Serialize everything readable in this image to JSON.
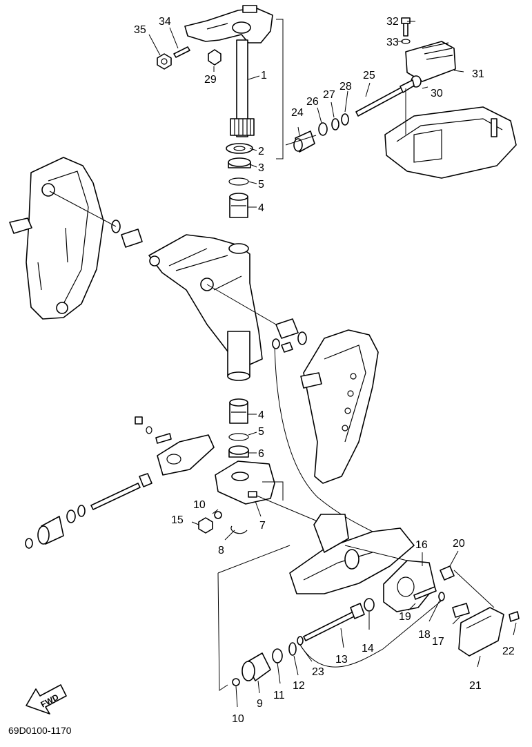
{
  "diagram": {
    "callouts": [
      {
        "id": "c1",
        "text": "1"
      },
      {
        "id": "c2",
        "text": "2"
      },
      {
        "id": "c3",
        "text": "3"
      },
      {
        "id": "c5a",
        "text": "5"
      },
      {
        "id": "c4a",
        "text": "4"
      },
      {
        "id": "c4b",
        "text": "4"
      },
      {
        "id": "c5b",
        "text": "5"
      },
      {
        "id": "c6",
        "text": "6"
      },
      {
        "id": "c7",
        "text": "7"
      },
      {
        "id": "c8",
        "text": "8"
      },
      {
        "id": "c9",
        "text": "9"
      },
      {
        "id": "c10a",
        "text": "10"
      },
      {
        "id": "c10b",
        "text": "10"
      },
      {
        "id": "c11",
        "text": "11"
      },
      {
        "id": "c12",
        "text": "12"
      },
      {
        "id": "c13",
        "text": "13"
      },
      {
        "id": "c14",
        "text": "14"
      },
      {
        "id": "c15",
        "text": "15"
      },
      {
        "id": "c16",
        "text": "16"
      },
      {
        "id": "c17",
        "text": "17"
      },
      {
        "id": "c18",
        "text": "18"
      },
      {
        "id": "c19",
        "text": "19"
      },
      {
        "id": "c20",
        "text": "20"
      },
      {
        "id": "c21",
        "text": "21"
      },
      {
        "id": "c22",
        "text": "22"
      },
      {
        "id": "c23",
        "text": "23"
      },
      {
        "id": "c24",
        "text": "24"
      },
      {
        "id": "c25",
        "text": "25"
      },
      {
        "id": "c26",
        "text": "26"
      },
      {
        "id": "c27",
        "text": "27"
      },
      {
        "id": "c28",
        "text": "28"
      },
      {
        "id": "c29",
        "text": "29"
      },
      {
        "id": "c30",
        "text": "30"
      },
      {
        "id": "c31",
        "text": "31"
      },
      {
        "id": "c32",
        "text": "32"
      },
      {
        "id": "c33",
        "text": "33"
      },
      {
        "id": "c34",
        "text": "34"
      },
      {
        "id": "c35",
        "text": "35"
      }
    ],
    "fwd_label": "FWD",
    "drawing_code": "69D0100-1170"
  }
}
